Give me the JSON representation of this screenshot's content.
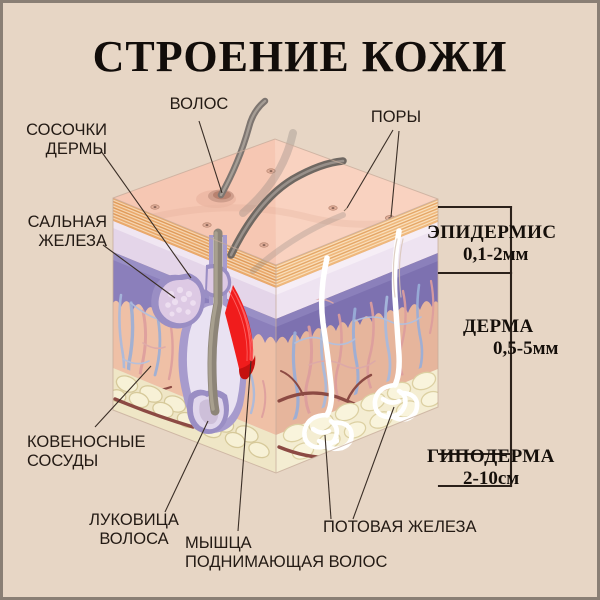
{
  "page": {
    "title": "СТРОЕНИЕ КОЖИ",
    "background_color": "#e7d6c5",
    "border_color": "#8a7f75"
  },
  "diagram": {
    "type": "anatomical-cross-section",
    "subject": "Структура кожи человека (3D блок-схема среза кожи)",
    "surface_color": "#f8cfbd",
    "epidermis_color": "#e8a96b",
    "basal_band_color": "#e2d3e8",
    "papillae_color": "#8b7fbb",
    "dermis_color": "#f0c5ab",
    "hypodermis_color": "#f2ecc9",
    "artery_color": "#d98b8b",
    "vein_color": "#9aaed8",
    "muscle_color": "#ee2020",
    "hair_color": "#7d7570",
    "gland_color": "#ffffff",
    "deep_vessel_color": "#8c4a43"
  },
  "callouts": [
    {
      "id": "hair",
      "label": "ВОЛОС",
      "align": "center"
    },
    {
      "id": "pores",
      "label": "ПОРЫ",
      "align": "center"
    },
    {
      "id": "dermal-papillae",
      "label": "СОСОЧКИ\nДЕРМЫ",
      "align": "right"
    },
    {
      "id": "sebaceous-gland",
      "label": "САЛЬНАЯ\nЖЕЛЕЗА",
      "align": "right"
    },
    {
      "id": "blood-vessels",
      "label": "КОВЕНОСНЫЕ\nСОСУДЫ",
      "align": "left"
    },
    {
      "id": "hair-bulb",
      "label": "ЛУКОВИЦА\nВОЛОСА",
      "align": "center"
    },
    {
      "id": "arrector-pili-muscle",
      "label": "МЫШЦА\nПОДНИМАЮЩАЯ ВОЛОС",
      "align": "left"
    },
    {
      "id": "sweat-gland",
      "label": "ПОТОВАЯ ЖЕЛЕЗА",
      "align": "left"
    }
  ],
  "layers": [
    {
      "id": "epidermis",
      "name": "ЭПИДЕРМИС",
      "thickness": "0,1-2мм"
    },
    {
      "id": "dermis",
      "name": "ДЕРМА",
      "thickness": "0,5-5мм"
    },
    {
      "id": "hypodermis",
      "name": "ГИПОДЕРМА",
      "thickness": "2-10см"
    }
  ]
}
